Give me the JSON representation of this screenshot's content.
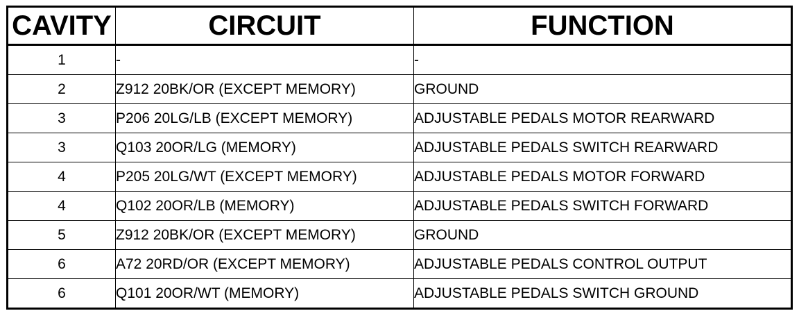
{
  "headers": {
    "cavity": "CAVITY",
    "circuit": "CIRCUIT",
    "function": "FUNCTION"
  },
  "rows": [
    {
      "cavity": "1",
      "circuit": "-",
      "function": "-"
    },
    {
      "cavity": "2",
      "circuit": "Z912 20BK/OR (EXCEPT MEMORY)",
      "function": "GROUND"
    },
    {
      "cavity": "3",
      "circuit": "P206 20LG/LB (EXCEPT MEMORY)",
      "function": "ADJUSTABLE PEDALS MOTOR REARWARD"
    },
    {
      "cavity": "3",
      "circuit": "Q103 20OR/LG (MEMORY)",
      "function": "ADJUSTABLE PEDALS SWITCH REARWARD"
    },
    {
      "cavity": "4",
      "circuit": "P205 20LG/WT (EXCEPT MEMORY)",
      "function": "ADJUSTABLE PEDALS MOTOR FORWARD"
    },
    {
      "cavity": "4",
      "circuit": "Q102 20OR/LB (MEMORY)",
      "function": "ADJUSTABLE PEDALS SWITCH FORWARD"
    },
    {
      "cavity": "5",
      "circuit": "Z912 20BK/OR (EXCEPT MEMORY)",
      "function": "GROUND"
    },
    {
      "cavity": "6",
      "circuit": "A72 20RD/OR (EXCEPT MEMORY)",
      "function": "ADJUSTABLE PEDALS CONTROL OUTPUT"
    },
    {
      "cavity": "6",
      "circuit": "Q101 20OR/WT (MEMORY)",
      "function": "ADJUSTABLE PEDALS SWITCH GROUND"
    }
  ]
}
